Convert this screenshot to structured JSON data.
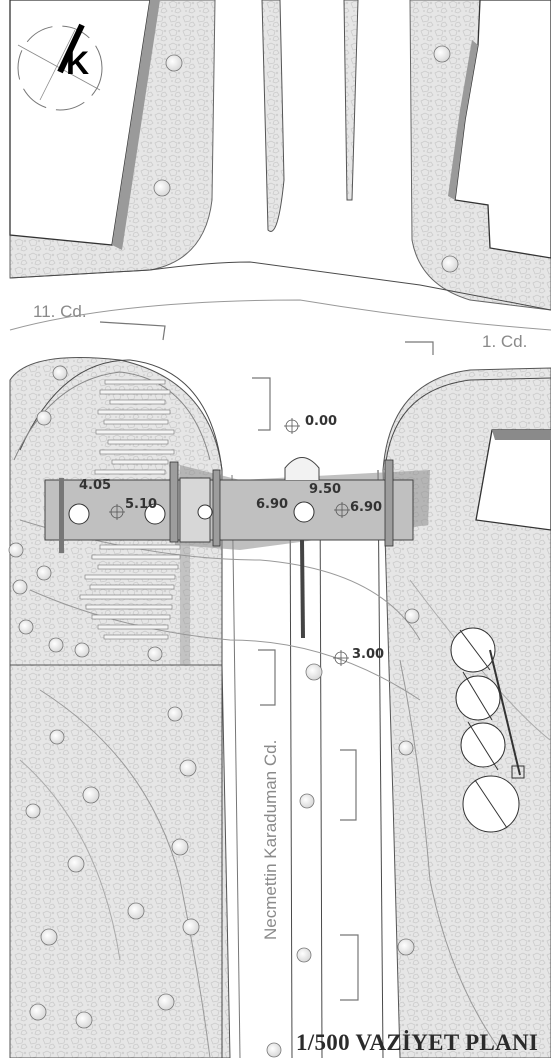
{
  "north_arrow": {
    "letter": "K"
  },
  "streets": {
    "street_11": "11. Cd.",
    "street_1": "1. Cd.",
    "main_street": "Necmettin Karaduman Cd."
  },
  "levels": {
    "l_000": "0.00",
    "l_300": "3.00",
    "l_405": "4.05",
    "l_510": "5.10",
    "l_690a": "6.90",
    "l_950": "9.50",
    "l_690b": "6.90"
  },
  "footer": {
    "title": "1/500 VAZİYET PLANI"
  },
  "colors": {
    "pavement": "#e4e4e4",
    "road": "#ffffff",
    "bridge": "#bdbdbd",
    "shadow": "#8c8c8c",
    "line": "#4a4a4a"
  }
}
